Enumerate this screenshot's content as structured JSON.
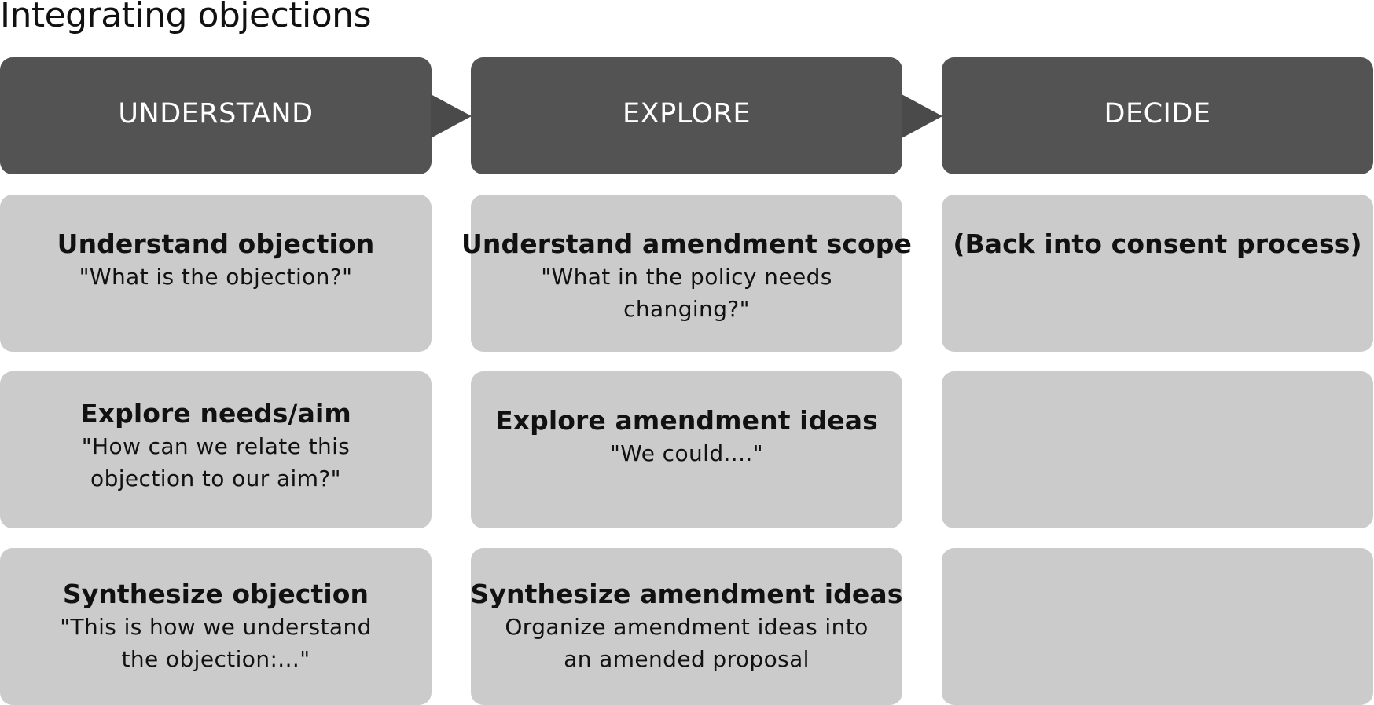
{
  "title": "Integrating objections",
  "phases": [
    {
      "label": "UNDERSTAND"
    },
    {
      "label": "EXPLORE"
    },
    {
      "label": "DECIDE"
    }
  ],
  "cards": {
    "understand": [
      {
        "title": "Understand objection",
        "line1": "\"What is the objection?\"",
        "line2": ""
      },
      {
        "title": "Explore needs/aim",
        "line1": "\"How can we relate this",
        "line2": "objection to our aim?\""
      },
      {
        "title": "Synthesize objection",
        "line1": "\"This is how we understand",
        "line2": "the objection:...\""
      }
    ],
    "explore": [
      {
        "title": "Understand amendment scope",
        "line1": "\"What in the policy needs",
        "line2": "changing?\""
      },
      {
        "title": "Explore amendment ideas",
        "line1": "\"We could....\"",
        "line2": ""
      },
      {
        "title": "Synthesize amendment ideas",
        "line1": "Organize amendment ideas into",
        "line2": "an amended proposal"
      }
    ],
    "decide": [
      {
        "title": "(Back into consent process)"
      },
      {
        "title": ""
      },
      {
        "title": ""
      }
    ]
  },
  "colors": {
    "header_fill": "#535353",
    "card_fill": "#cbcbcb",
    "connector_fill": "#4a4a4a"
  }
}
